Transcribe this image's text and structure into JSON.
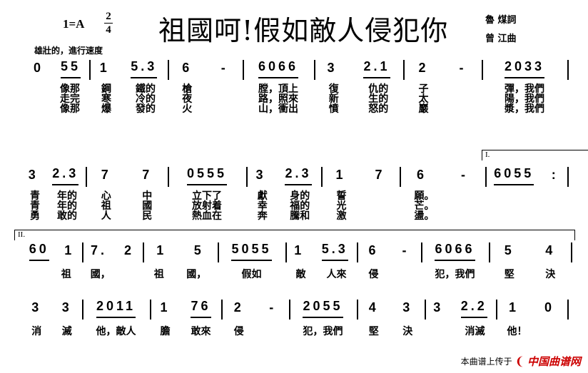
{
  "header": {
    "key": "1=A",
    "time_top": "2",
    "time_bottom": "4",
    "title": "祖國呵!假如敵人侵犯你",
    "lyricist": "魯 煤詞",
    "composer": "曾 江曲",
    "tempo": "雄壯的，進行速度"
  },
  "systems": [
    {
      "measures": [
        {
          "notes": [
            "0",
            "55"
          ],
          "lyrics": [
            [
              "",
              "像那"
            ],
            [
              "",
              "走完"
            ],
            [
              "",
              "像那"
            ]
          ]
        },
        {
          "notes": [
            "1",
            "5.3"
          ],
          "lyrics": [
            [
              "鋼",
              "鐵的"
            ],
            [
              "寒",
              "冷的"
            ],
            [
              "爆",
              "發的"
            ]
          ]
        },
        {
          "notes": [
            "6",
            "-"
          ],
          "lyrics": [
            [
              "槍",
              ""
            ],
            [
              "夜",
              ""
            ],
            [
              "火",
              ""
            ]
          ]
        },
        {
          "notes": [
            "6066"
          ],
          "lyrics": [
            [
              "膛，頂上"
            ],
            [
              "路，照來"
            ],
            [
              "山，衝出"
            ]
          ]
        },
        {
          "notes": [
            "3",
            "2.1"
          ],
          "lyrics": [
            [
              "復",
              "仇的"
            ],
            [
              "新",
              "生的"
            ],
            [
              "憤",
              "怒的"
            ]
          ]
        },
        {
          "notes": [
            "2",
            "-"
          ],
          "lyrics": [
            [
              "子",
              ""
            ],
            [
              "太",
              ""
            ],
            [
              "巖",
              ""
            ]
          ]
        },
        {
          "notes": [
            "2033"
          ],
          "lyrics": [
            [
              "彈，我們"
            ],
            [
              "陽，我們"
            ],
            [
              "漿，我們"
            ]
          ]
        }
      ]
    },
    {
      "volta": "I.",
      "measures": [
        {
          "notes": [
            "3",
            "2.3"
          ],
          "lyrics": [
            [
              "青",
              "年的"
            ],
            [
              "青",
              "年的"
            ],
            [
              "勇",
              "敢的"
            ]
          ]
        },
        {
          "notes": [
            "7",
            "7"
          ],
          "lyrics": [
            [
              "心",
              "中"
            ],
            [
              "祖",
              "國"
            ],
            [
              "人",
              "民"
            ]
          ]
        },
        {
          "notes": [
            "0555"
          ],
          "lyrics": [
            [
              "立下了"
            ],
            [
              "放射着"
            ],
            [
              "熱血在"
            ]
          ]
        },
        {
          "notes": [
            "3",
            "2.3"
          ],
          "lyrics": [
            [
              "獻",
              "身的"
            ],
            [
              "幸",
              "福的"
            ],
            [
              "奔",
              "騰和"
            ]
          ]
        },
        {
          "notes": [
            "1",
            "7"
          ],
          "lyrics": [
            [
              "誓",
              ""
            ],
            [
              "光",
              ""
            ],
            [
              "激",
              ""
            ]
          ]
        },
        {
          "notes": [
            "6",
            "-"
          ],
          "lyrics": [
            [
              "願。",
              ""
            ],
            [
              "芒。",
              ""
            ],
            [
              "盪。",
              ""
            ]
          ]
        },
        {
          "notes": [
            "6055",
            ":"
          ],
          "lyrics": []
        }
      ]
    },
    {
      "volta": "II.",
      "measures": [
        {
          "notes": [
            "60",
            "1"
          ],
          "lyrics": [
            [
              "",
              "祖"
            ]
          ]
        },
        {
          "notes": [
            "7.",
            "2"
          ],
          "lyrics": [
            [
              "國，",
              ""
            ]
          ]
        },
        {
          "notes": [
            "1",
            "5"
          ],
          "lyrics": [
            [
              "祖",
              "國，"
            ]
          ]
        },
        {
          "notes": [
            "5055"
          ],
          "lyrics": [
            [
              "假如"
            ]
          ]
        },
        {
          "notes": [
            "1",
            "5.3"
          ],
          "lyrics": [
            [
              "敵",
              "人來"
            ]
          ]
        },
        {
          "notes": [
            "6",
            "-"
          ],
          "lyrics": [
            [
              "侵",
              ""
            ]
          ]
        },
        {
          "notes": [
            "6066"
          ],
          "lyrics": [
            [
              "犯，我們"
            ]
          ]
        },
        {
          "notes": [
            "5",
            "4"
          ],
          "lyrics": [
            [
              "堅",
              "決"
            ]
          ]
        }
      ]
    },
    {
      "measures": [
        {
          "notes": [
            "3",
            "3"
          ],
          "lyrics": [
            [
              "消",
              "滅"
            ]
          ]
        },
        {
          "notes": [
            "2011"
          ],
          "lyrics": [
            [
              "他，敵人"
            ]
          ]
        },
        {
          "notes": [
            "1",
            "76"
          ],
          "lyrics": [
            [
              "膽",
              "敢來"
            ]
          ]
        },
        {
          "notes": [
            "2",
            "-"
          ],
          "lyrics": [
            [
              "侵",
              ""
            ]
          ]
        },
        {
          "notes": [
            "2055"
          ],
          "lyrics": [
            [
              "犯，我們"
            ]
          ]
        },
        {
          "notes": [
            "4",
            "3"
          ],
          "lyrics": [
            [
              "堅",
              "決"
            ]
          ]
        },
        {
          "notes": [
            "3",
            "2.2"
          ],
          "lyrics": [
            [
              "",
              "消滅"
            ]
          ]
        },
        {
          "notes": [
            "1",
            "0"
          ],
          "lyrics": [
            [
              "他！",
              ""
            ]
          ]
        }
      ]
    }
  ],
  "footer": {
    "text": "本曲谱上传于",
    "logo": "中国曲谱网",
    "color": "#cc0000"
  }
}
